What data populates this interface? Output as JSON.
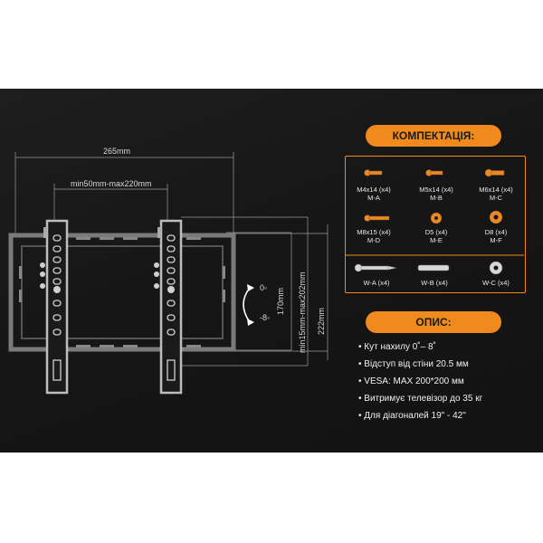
{
  "dimensions": {
    "width_total": "265mm",
    "width_vesa": "min50mm-max220mm",
    "height_vesa": "min15mm-max202mm",
    "height_plate": "170mm",
    "height_total": "222mm",
    "tilt_top": "0◦",
    "tilt_bottom": "-8◦"
  },
  "kit": {
    "title": "КОМПЕКТАЦІЯ:",
    "items": [
      {
        "size": "M4x14 (x4)",
        "code": "M-A",
        "icon": "screw-icon"
      },
      {
        "size": "M5x14 (x4)",
        "code": "M-B",
        "icon": "screw-icon"
      },
      {
        "size": "M6x14 (x4)",
        "code": "M-C",
        "icon": "screw-icon"
      },
      {
        "size": "M8x15 (x4)",
        "code": "M-D",
        "icon": "long-screw-icon"
      },
      {
        "size": "D5 (x4)",
        "code": "M-E",
        "icon": "washer-icon"
      },
      {
        "size": "D8 (x4)",
        "code": "M-F",
        "icon": "washer-icon"
      },
      {
        "size": "W-A (x4)",
        "code": "",
        "icon": "wood-screw-icon"
      },
      {
        "size": "W-B (x4)",
        "code": "",
        "icon": "anchor-icon"
      },
      {
        "size": "W-C (x4)",
        "code": "",
        "icon": "washer-icon"
      }
    ]
  },
  "description": {
    "title": "ОПИС:",
    "items": [
      "Кут нахилу 0˚– 8˚",
      "Відступ від стіни 20.5 мм",
      "VESA: MAX 200*200 мм",
      "Витримує телевізор до 35 кг",
      "Для діагоналей 19\" - 42\""
    ]
  },
  "colors": {
    "accent": "#f08a1c",
    "background": "#161616",
    "text": "#f0f0f0"
  }
}
